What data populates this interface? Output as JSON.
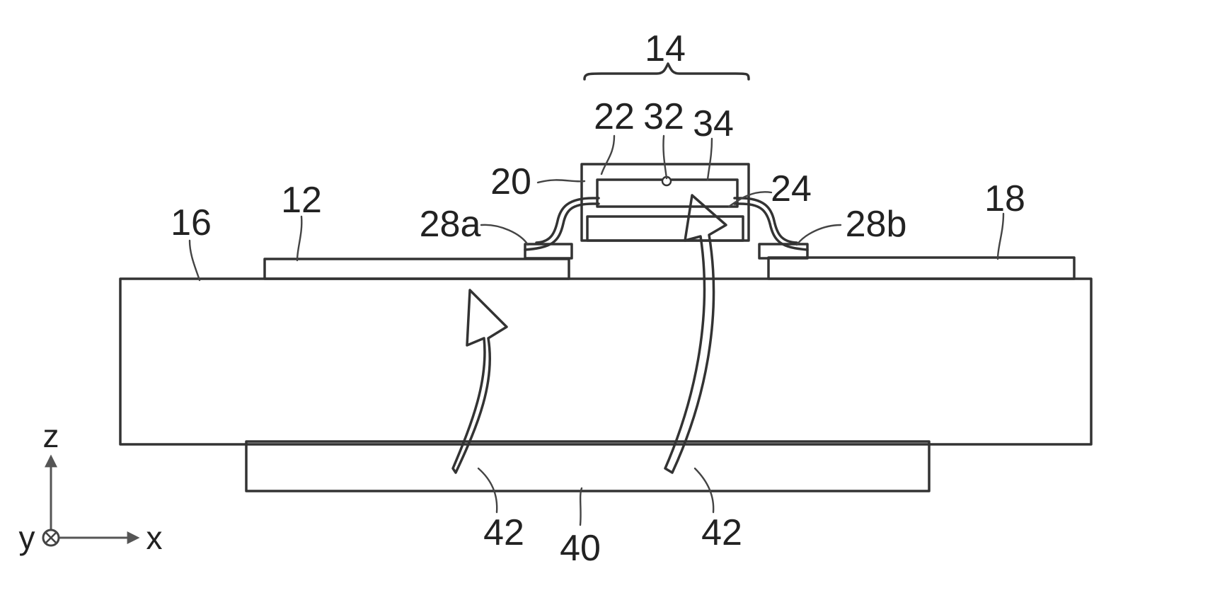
{
  "figure": {
    "labels": {
      "module": "14",
      "chip_top": "22",
      "contact": "32",
      "layer_top": "34",
      "chip_side": "20",
      "interface": "24",
      "bond_left": "28a",
      "bond_right": "28b",
      "pad_left": "12",
      "pad_right": "18",
      "substrate": "16",
      "heat_sink": "40",
      "arrow_left": "42",
      "arrow_right": "42"
    },
    "axes": {
      "z": "z",
      "y": "y",
      "x": "x"
    }
  }
}
